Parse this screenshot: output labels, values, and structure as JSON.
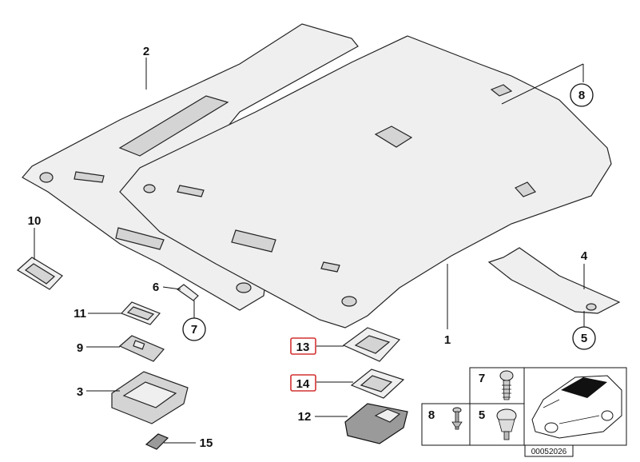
{
  "callouts": {
    "c1": "1",
    "c2": "2",
    "c3": "3",
    "c4": "4",
    "c5": "5",
    "c6": "6",
    "c7": "7",
    "c8": "8",
    "c9": "9",
    "c10": "10",
    "c11": "11",
    "c12": "12",
    "c13": "13",
    "c14": "14",
    "c15": "15"
  },
  "inset": {
    "label_7": "7",
    "label_8": "8",
    "label_5": "5",
    "diagram_number": "00052026"
  },
  "colors": {
    "highlight": "#d33030",
    "line": "#111111",
    "part_fill": "#efefef"
  }
}
